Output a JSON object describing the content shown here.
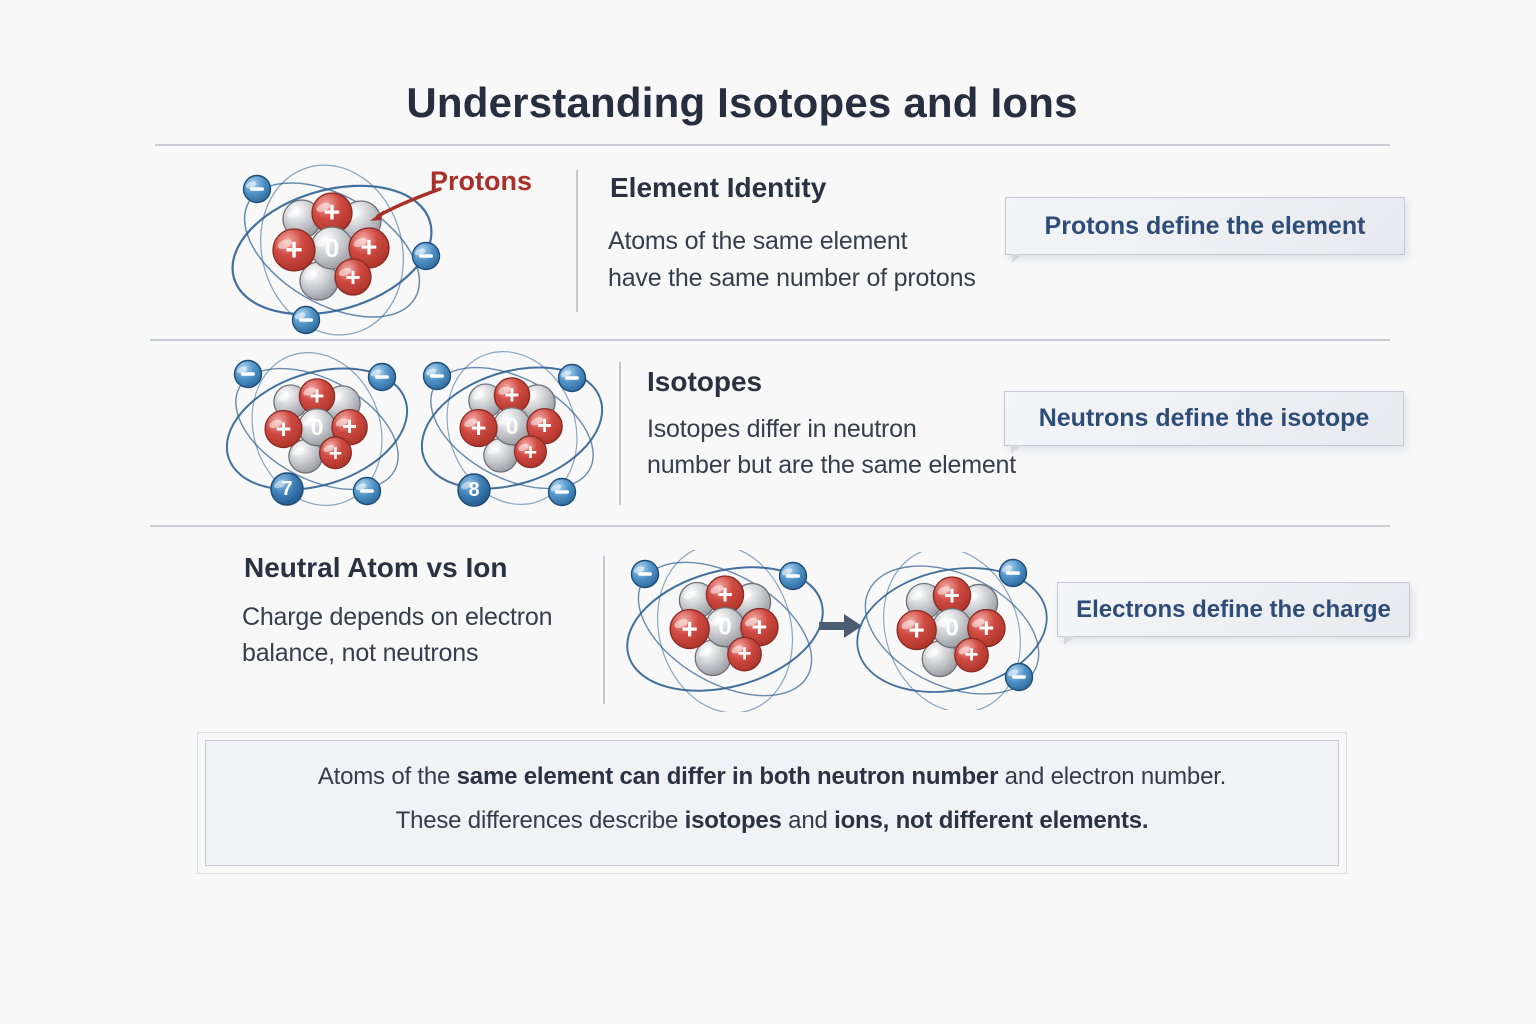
{
  "title": "Understanding Isotopes and Ions",
  "rows": [
    {
      "heading": "Element Identity",
      "body_lines": [
        "Atoms of the same element",
        "have the same number of protons"
      ],
      "callout": "Protons define the element",
      "annotation": "Protons"
    },
    {
      "heading": "Isotopes",
      "body_lines": [
        "Isotopes differ in neutron",
        "number but are the same element"
      ],
      "callout": "Neutrons define the isotope",
      "isotope_badges": [
        "7",
        "8"
      ]
    },
    {
      "heading": "Neutral Atom vs Ion",
      "body_lines": [
        "Charge depends on electron",
        "balance, not neutrons"
      ],
      "callout": "Electrons define the charge"
    }
  ],
  "summary": {
    "line1": [
      {
        "t": "Atoms of the ",
        "b": false
      },
      {
        "t": "same element can differ in both neutron number",
        "b": true
      },
      {
        "t": " and electron number.",
        "b": false
      }
    ],
    "line2": [
      {
        "t": "These differences describe ",
        "b": false
      },
      {
        "t": "isotopes",
        "b": true
      },
      {
        "t": " and ",
        "b": false
      },
      {
        "t": "ions, not different elements.",
        "b": true
      }
    ]
  },
  "symbols": {
    "proton": "+",
    "electron": "−",
    "neutron_center": "0"
  },
  "colors": {
    "background": "#f8f8f9",
    "heading_navy": "#2a3242",
    "title_navy": "#262e3f",
    "body_text": "#363d4b",
    "label_red": "#a93029",
    "callout_navy": "#2d4d78",
    "callout_bg": "#eef0f4",
    "callout_border": "#c3c8d2",
    "divider": "#c9ccd3",
    "proton_red": "#cf4a42",
    "proton_edge": "#8a2a22",
    "neutron_gray": "#b9babf",
    "neutron_edge": "#6f7077",
    "electron_blue": "#4f92c6",
    "electron_edge": "#1f4d79",
    "badge_blue": "#3d7cb4",
    "orbit_blue": "#2f6191",
    "arrow_slate": "#4c5c72",
    "summary_bg": "#f1f2f5",
    "summary_border": "#c5c8d0"
  }
}
